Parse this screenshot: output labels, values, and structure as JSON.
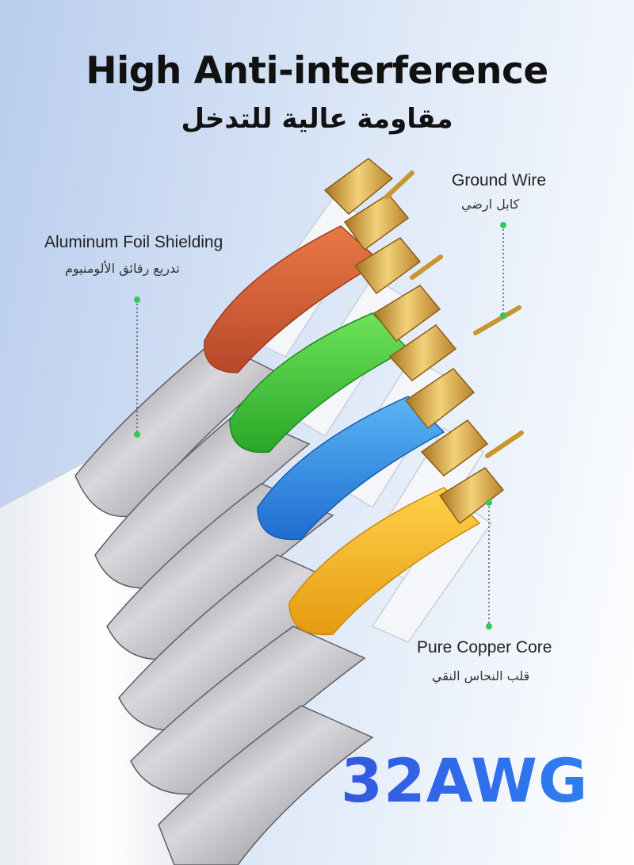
{
  "heading": {
    "title": "High Anti-interference",
    "title_ar": "مقاومة عالية للتدخل"
  },
  "callouts": {
    "ground_wire": {
      "en": "Ground Wire",
      "ar": "كابل ارضي"
    },
    "foil_shielding": {
      "en": "Aluminum Foil Shielding",
      "ar": "تدريع رقائق الألومنيوم"
    },
    "copper_core": {
      "en": "Pure Copper Core",
      "ar": "قلب النحاس النقي"
    }
  },
  "gauge": {
    "label": "32AWG"
  },
  "colors": {
    "accent_green": "#34c759",
    "wire_orange": "#d9643a",
    "wire_green": "#3fc63f",
    "wire_blue": "#2f8ee6",
    "wire_yellow": "#f3b51c",
    "copper": "#d4a24a",
    "gauge_blue": "#2f6bea"
  }
}
